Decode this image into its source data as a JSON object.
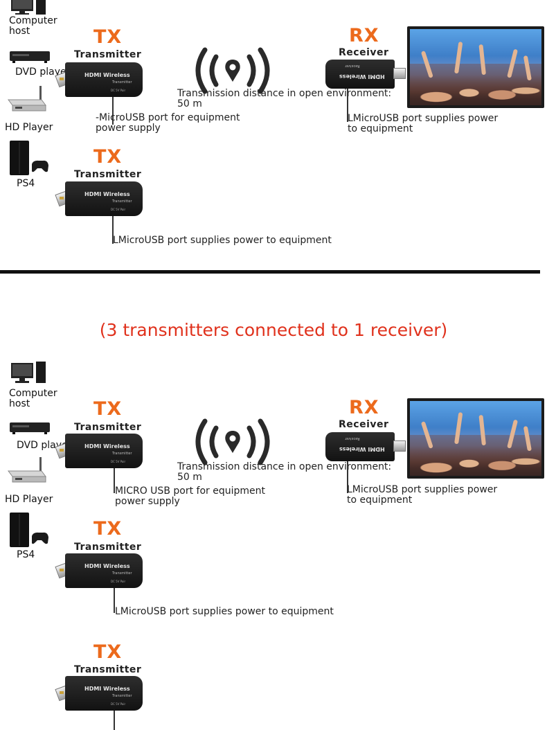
{
  "diagram1": {
    "sources": [
      "Computer host",
      "DVD player",
      "HD Player",
      "PS4"
    ],
    "tx_labels": [
      {
        "title": "TX",
        "subtitle": "Transmitter"
      },
      {
        "title": "TX",
        "subtitle": "Transmitter"
      }
    ],
    "rx_label": {
      "title": "RX",
      "subtitle": "Receiver"
    },
    "transmission_text": "Transmission distance in open environment: 50 m",
    "tx1_port_text": "-MicroUSB port for equipment power supply",
    "tx2_port_text": "LMicroUSB port supplies power to equipment",
    "rx_port_text": "LMicroUSB port supplies power to equipment"
  },
  "caption": "(3 transmitters connected to 1 receiver)",
  "diagram2": {
    "sources": [
      "Computer host",
      "DVD player",
      "HD Player",
      "PS4"
    ],
    "tx_labels": [
      {
        "title": "TX",
        "subtitle": "Transmitter"
      },
      {
        "title": "TX",
        "subtitle": "Transmitter"
      },
      {
        "title": "TX",
        "subtitle": "Transmitter"
      }
    ],
    "rx_label": {
      "title": "RX",
      "subtitle": "Receiver"
    },
    "transmission_text": "Transmission distance in open environment: 50 m",
    "tx1_port_text": "MICRO USB port for equipment power supply",
    "tx2_port_text": "LMicroUSB port supplies power to equipment",
    "rx_port_text": "LMicroUSB port supplies power to equipment"
  },
  "device": {
    "label": "HDMI Wireless",
    "tx_sub": "Transmitter",
    "rx_sub": "Receiver",
    "ports": "DC 5V  Pair"
  },
  "colors": {
    "accent": "#ec6a1c",
    "caption": "#e0311c"
  },
  "icons": [
    "computer-icon",
    "dvd-player-icon",
    "hd-player-icon",
    "ps4-icon",
    "wireless-signal-icon",
    "tv-icon"
  ]
}
